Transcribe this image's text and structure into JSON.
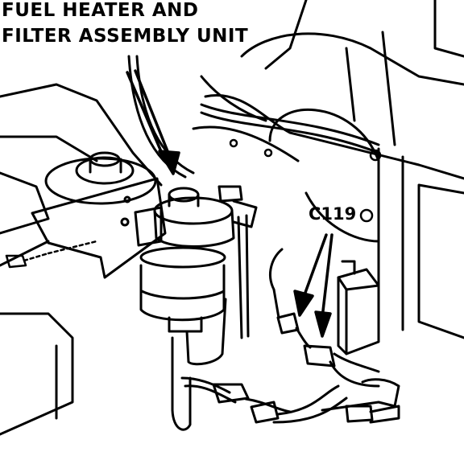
{
  "labels": {
    "title_line1": "FUEL HEATER AND",
    "title_line2": "FILTER ASSEMBLY UNIT",
    "connector": "C119"
  },
  "colors": {
    "ink": "#000000",
    "paper": "#ffffff"
  }
}
